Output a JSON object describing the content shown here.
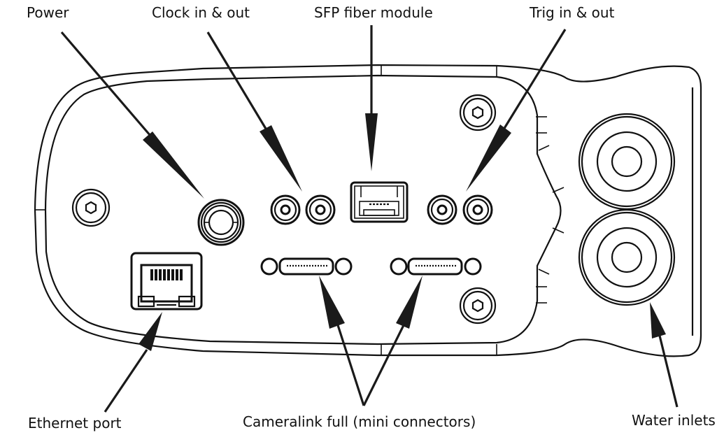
{
  "title": "Camera rear panel connectors",
  "labels": {
    "power": "Power",
    "clock": "Clock in & out",
    "sfp": "SFP fiber module",
    "trig": "Trig in & out",
    "ethernet": "Ethernet port",
    "cameralink": "Cameralink full (mini connectors)",
    "water": "Water inlets"
  },
  "colors": {
    "line": "#111111",
    "background": "#ffffff"
  }
}
